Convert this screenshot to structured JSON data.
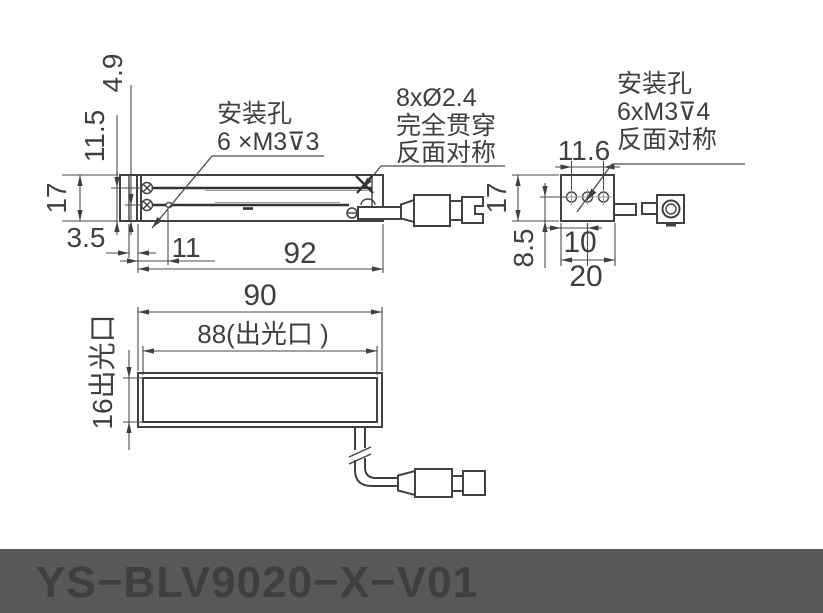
{
  "title_bar": {
    "model": "YS−BLV9020−X−V01",
    "bg_color": "#595757",
    "text_color": "#ffffff"
  },
  "drawing": {
    "line_color": "#414141",
    "views": {
      "side": {
        "label_mounting": {
          "line1": "安装孔",
          "line2": "6 ×M3⊽3"
        },
        "label_through": {
          "line1": "8xØ2.4",
          "line2": "完全贯穿",
          "line3": "反面对称"
        },
        "dims": {
          "d49": "4.9",
          "d115": "11.5",
          "d17": "17",
          "d35": "3.5",
          "d11": "11",
          "d92": "92"
        }
      },
      "end": {
        "label_mounting": {
          "line1": "安装孔",
          "line2": "6xM3⊽4",
          "line3": "反面对称"
        },
        "dims": {
          "d116": "11.6",
          "d17": "17",
          "d85": "8.5",
          "d10": "10",
          "d20": "20"
        }
      },
      "front": {
        "dims": {
          "d90": "90",
          "d88": "88(出光口 )",
          "d16": "16出光口"
        }
      }
    }
  }
}
